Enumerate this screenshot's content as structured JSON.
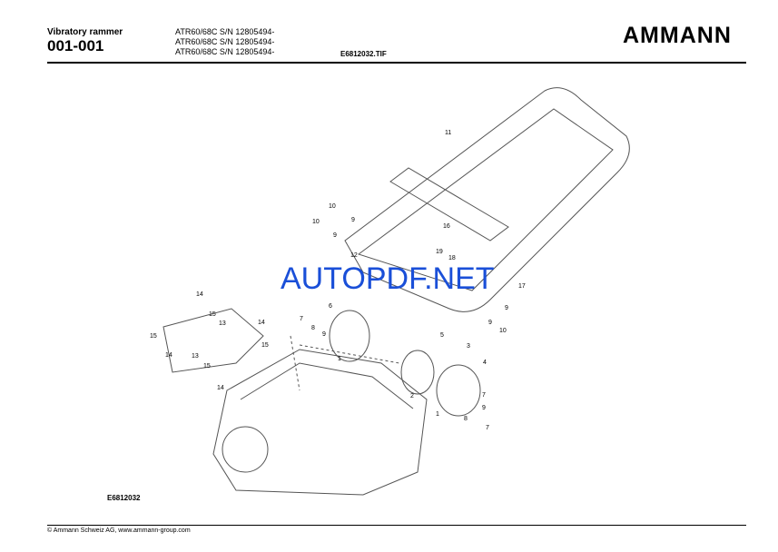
{
  "header": {
    "title": "Vibratory rammer",
    "page_number": "001-001",
    "serial_lines": [
      "ATR60/68C S/N 12805494-",
      "ATR60/68C S/N 12805494-",
      "ATR60/68C S/N 12805494-"
    ],
    "image_file": "E6812032.TIF",
    "logo": "AMMANN"
  },
  "drawing": {
    "id": "E6812032",
    "watermark": "AUTOPDF.NET",
    "callouts": [
      "11",
      "10",
      "9",
      "10",
      "9",
      "16",
      "19",
      "18",
      "12",
      "14",
      "15",
      "13",
      "14",
      "15",
      "15",
      "14",
      "13",
      "15",
      "14",
      "7",
      "8",
      "9",
      "6",
      "1",
      "17",
      "9",
      "9",
      "10",
      "5",
      "3",
      "4",
      "2",
      "1",
      "7",
      "9",
      "8",
      "7"
    ]
  },
  "footer": {
    "copyright": "© Ammann Schweiz AG, www.ammann-group.com"
  }
}
